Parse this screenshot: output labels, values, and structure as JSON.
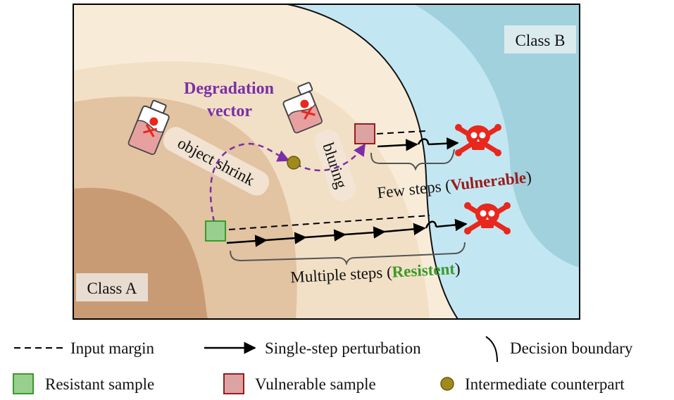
{
  "diagram": {
    "class_a_label": "Class A",
    "class_b_label": "Class B",
    "degradation_vector_line1": "Degradation",
    "degradation_vector_line2": "vector",
    "degradation_op1": "object shrink",
    "degradation_op2": "bluring",
    "few_steps_prefix": "Few steps (",
    "few_steps_emphasis": "Vulnerable",
    "few_steps_suffix": ")",
    "multiple_steps_prefix": "Multiple steps (",
    "multiple_steps_emphasis": "Resistent",
    "multiple_steps_suffix": ")"
  },
  "legend": {
    "input_margin": "Input margin",
    "single_step": "Single-step perturbation",
    "decision_boundary": "Decision boundary",
    "resistant_sample": "Resistant sample",
    "vulnerable_sample": "Vulnerable sample",
    "intermediate_counterpart": "Intermediate counterpart"
  },
  "icons": [
    "poison-bottle-icon",
    "poison-bottle-icon",
    "skull-crossbones-icon",
    "skull-crossbones-icon"
  ],
  "colors": {
    "class_a_dark": "#c99b74",
    "class_a_mid": "#e2c3a2",
    "class_a_light": "#f2e0c6",
    "class_a_lightest": "#f8ecd9",
    "class_b_light": "#c2e7f2",
    "class_b_dark": "#a0d1dd",
    "degradation_purple": "#7b2fa6",
    "vulnerable_red": "#9b1b1b",
    "resistant_green": "#3a9a2a",
    "skull_red": "#e8271d",
    "resistant_fill": "#98cf8e",
    "vulnerable_fill": "#dca3a3",
    "intermediate_fill": "#a08a1c"
  }
}
